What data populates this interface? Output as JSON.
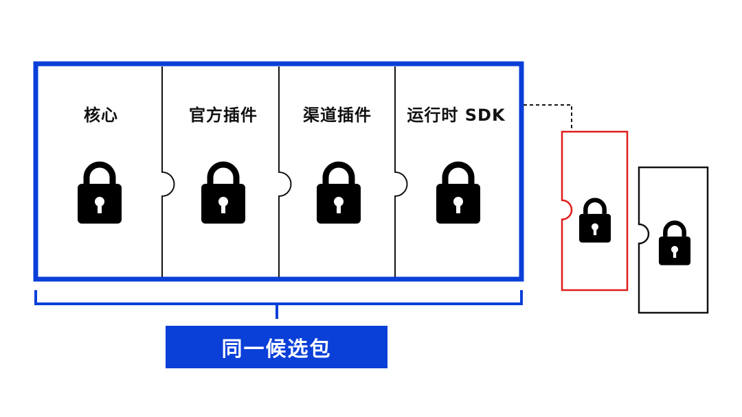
{
  "segments": [
    {
      "label": "核心",
      "icon": "lock-icon"
    },
    {
      "label": "官方插件",
      "icon": "lock-icon"
    },
    {
      "label": "渠道插件",
      "icon": "lock-icon"
    },
    {
      "label": "运行时 SDK",
      "icon": "lock-icon"
    }
  ],
  "badge": {
    "label": "同一候选包"
  },
  "colors": {
    "accent_blue": "#0a3fd8",
    "outlier_red": "#e01a1a",
    "stroke": "#111111",
    "lock": "#000000"
  }
}
